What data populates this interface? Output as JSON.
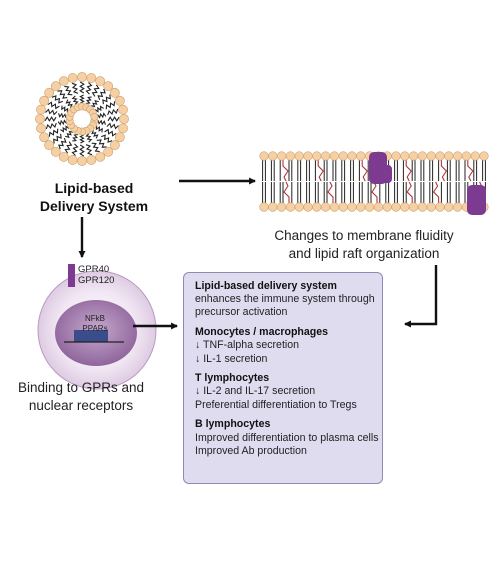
{
  "liposome_label": [
    "Lipid-based",
    "Delivery System"
  ],
  "membrane_caption": [
    "Changes to membrane fluidity",
    "and lipid raft organization"
  ],
  "receptor_label": [
    "GPR40",
    "GPR120"
  ],
  "nucleus_label": [
    "NFkB",
    "PPARs"
  ],
  "cell_caption": [
    "Binding to GPRs and",
    "nuclear receptors"
  ],
  "effects_box": {
    "sections": [
      {
        "title": "Lipid-based delivery system",
        "lines": [
          "enhances the immune system through",
          "precursor activation"
        ]
      },
      {
        "title": "Monocytes / macrophages",
        "lines": [
          "↓ TNF-alpha secretion",
          "↓ IL-1 secretion"
        ]
      },
      {
        "title": "T lymphocytes",
        "lines": [
          "↓ IL-2 and IL-17 secretion",
          "Preferential differentiation to Tregs"
        ]
      },
      {
        "title": "B lymphocytes",
        "lines": [
          "Improved differentiation to plasma cells",
          "Improved Ab production"
        ]
      }
    ]
  },
  "colors": {
    "lipid_head": "#f6cfa3",
    "lipid_head_stroke": "#c9a070",
    "receptor": "#7d3a91",
    "cell_body": "#e6d6ea",
    "nucleus": "#9e77a9",
    "gene_box": "#3a4c8a",
    "unsaturated_tail": "#b0353a",
    "box_fill": "#dfdcf0",
    "box_border": "#8e8ab2"
  }
}
